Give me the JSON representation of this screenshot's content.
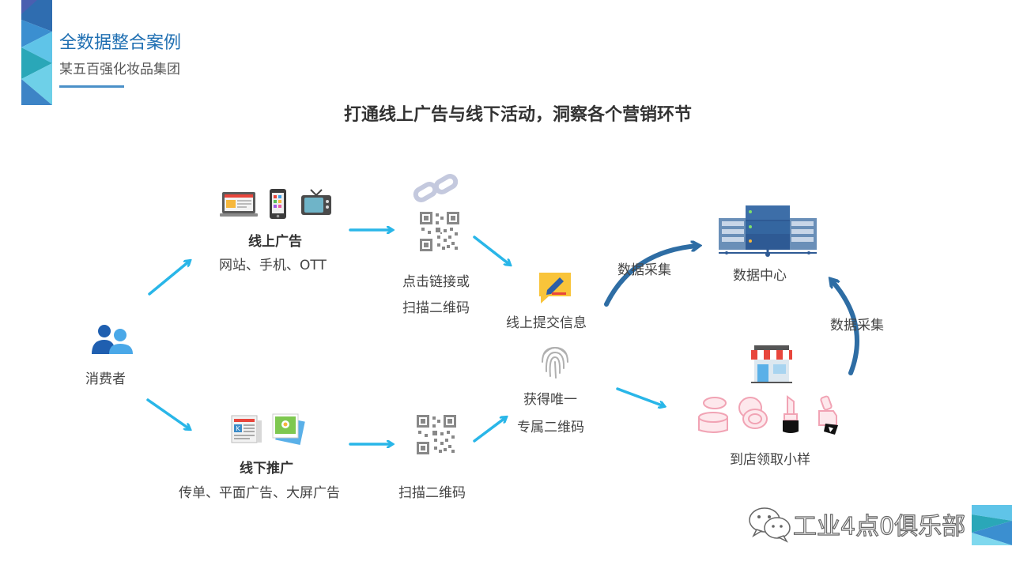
{
  "header": {
    "title": "全数据整合案例",
    "subtitle": "某五百强化妆品集团"
  },
  "heading": "打通线上广告与线下活动，洞察各个营销环节",
  "nodes": {
    "consumer": "消费者",
    "online_title": "线上广告",
    "online_sub": "网站、手机、OTT",
    "offline_title": "线下推广",
    "offline_sub": "传单、平面广告、大屏广告",
    "click_line1": "点击链接或",
    "click_line2": "扫描二维码",
    "scan": "扫描二维码",
    "submit": "线上提交信息",
    "get_line1": "获得唯一",
    "get_line2": "专属二维码",
    "store": "到店领取小样",
    "datacenter": "数据中心",
    "collect_left": "数据采集",
    "collect_right": "数据采集"
  },
  "watermark": "工业4点0俱乐部",
  "colors": {
    "title": "#1f6fb2",
    "arrow": "#29b6e8",
    "curve_arrow": "#2e6da4",
    "heading": "#333333"
  },
  "icons": {
    "consumer": "people-icon",
    "online": [
      "laptop-icon",
      "phone-icon",
      "tv-icon"
    ],
    "offline": [
      "newspaper-icon",
      "photo-icon"
    ],
    "link": "link-icon",
    "qr": "qr-code-icon",
    "submit": "edit-message-icon",
    "fingerprint": "fingerprint-icon",
    "store": "store-icon",
    "server": "server-icon",
    "products": [
      "cream-jar-icon",
      "compact-icon",
      "lipstick-icon",
      "nail-polish-icon"
    ],
    "wechat": "wechat-icon"
  }
}
